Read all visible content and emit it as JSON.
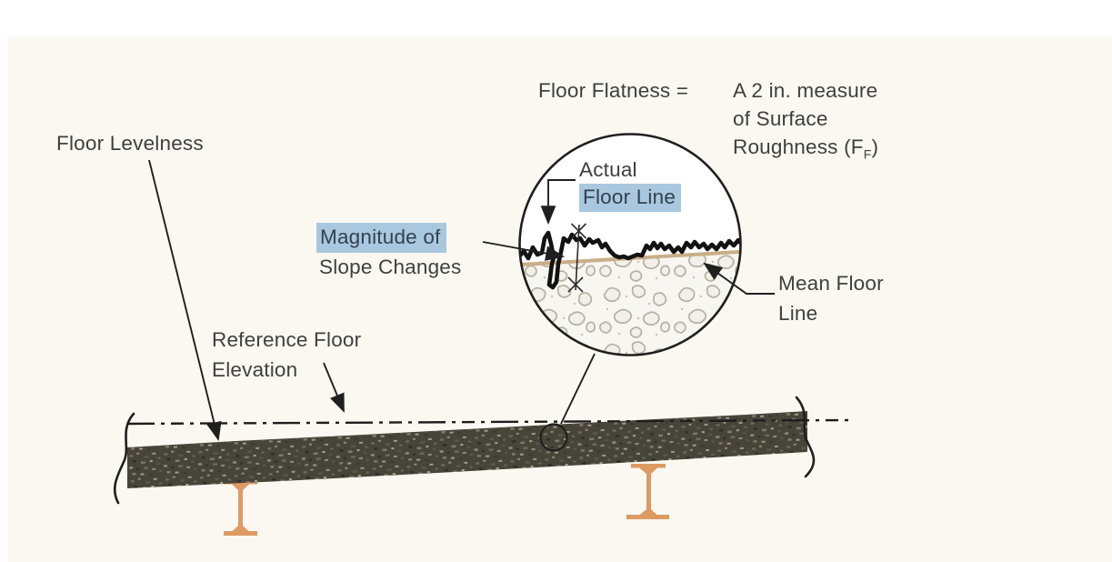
{
  "figure": {
    "topic": "Floor Flatness and Levelness diagram",
    "floor_flatness": {
      "lhs": "Floor Flatness =",
      "rhs_line1": "A 2 in. measure",
      "rhs_line2": "of Surface",
      "rhs_line3_prefix": "Roughness (F",
      "rhs_line3_sub": "F",
      "rhs_line3_suffix": ")"
    },
    "labels": {
      "floor_levelness": "Floor Levelness",
      "magnitude_line1": "Magnitude of",
      "magnitude_line2": "Slope Changes",
      "actual_line1": "Actual",
      "actual_line2": "Floor Line",
      "mean_line1": "Mean Floor",
      "mean_line2": "Line",
      "reference_line1": "Reference Floor",
      "reference_line2": "Elevation"
    }
  },
  "colors": {
    "background_panel": "#fbf8f2",
    "text": "#3f3f3f",
    "highlight_blue": "#a9c8e0",
    "line_black": "#1f1f1f",
    "mean_floor_line_tan": "#c9ae88",
    "actual_floor_line_black": "#121212",
    "concrete_slab_dark": "#474539",
    "steel_beam_orange": "#dd9a62",
    "aggregate_background": "#f8f6f0",
    "aggregate_outline": "#b5b1a4"
  }
}
